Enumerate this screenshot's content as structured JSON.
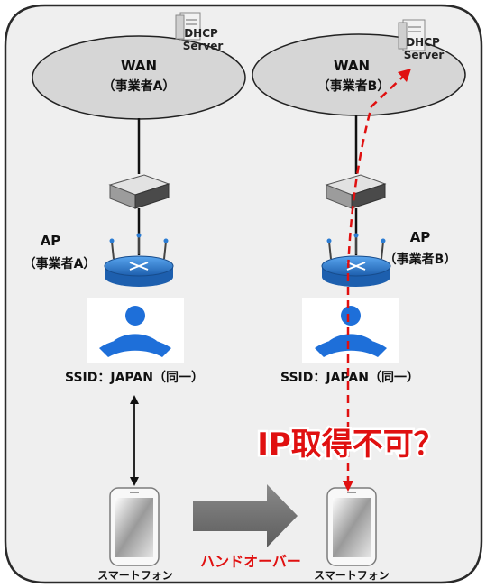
{
  "left": {
    "wan_title": "WAN",
    "wan_operator": "（事業者A）",
    "dhcp_line1": "DHCP",
    "dhcp_line2": "Server",
    "ap_title": "AP",
    "ap_operator": "（事業者A）",
    "ssid_label": "SSID：JAPAN（同一）",
    "phone_label": "スマートフォン"
  },
  "right": {
    "wan_title": "WAN",
    "wan_operator": "（事業者B）",
    "dhcp_line1": "DHCP",
    "dhcp_line2": "Server",
    "ap_title": "AP",
    "ap_operator": "（事業者B）",
    "ssid_label": "SSID：JAPAN（同一）",
    "phone_label": "スマートフォン"
  },
  "ip_failure_text": "IP取得不可？",
  "handover_text": "ハンドオーバー",
  "colors": {
    "panel_bg": "#efefef",
    "panel_border": "#2a2a2a",
    "cloud_fill": "#d6d6d6",
    "ap_blue": "#2b7cd3",
    "wifi_blue": "#1e6fd9",
    "alert_red": "#e01010",
    "arrow_gray": "#6f6f6f"
  }
}
